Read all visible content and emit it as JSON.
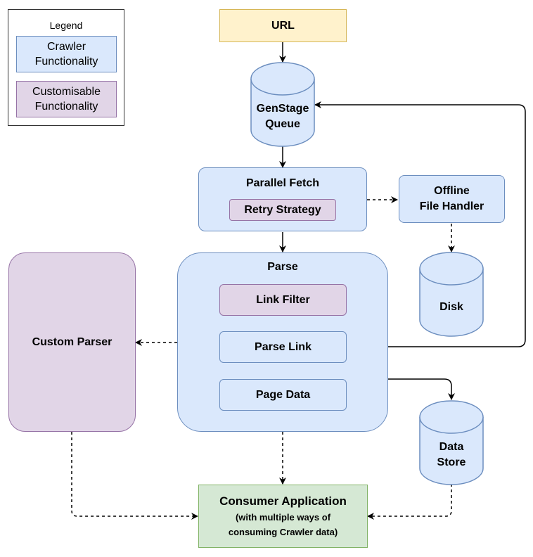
{
  "legend": {
    "title": "Legend",
    "items": [
      {
        "label": "Crawler Functionality",
        "color": "#dae8fc"
      },
      {
        "label": "Customisable Functionality",
        "color": "#e1d5e7"
      }
    ]
  },
  "nodes": {
    "url": "URL",
    "queue": [
      "GenStage",
      "Queue"
    ],
    "parallel_fetch": "Parallel Fetch",
    "retry_strategy": "Retry Strategy",
    "offline_handler": [
      "Offline",
      "File Handler"
    ],
    "disk": "Disk",
    "parse": "Parse",
    "link_filter": "Link Filter",
    "parse_link": "Parse Link",
    "page_data": "Page Data",
    "custom_parser": "Custom Parser",
    "data_store": [
      "Data",
      "Store"
    ],
    "consumer_title": "Consumer Application",
    "consumer_sub": [
      "(with multiple ways of",
      "consuming Crawler data)"
    ]
  },
  "colors": {
    "crawler_fill": "#dae8fc",
    "crawler_stroke": "#6c8ebf",
    "custom_fill": "#e1d5e7",
    "custom_stroke": "#9673a6",
    "input_fill": "#fff2cc",
    "output_fill": "#d5e8d4"
  }
}
